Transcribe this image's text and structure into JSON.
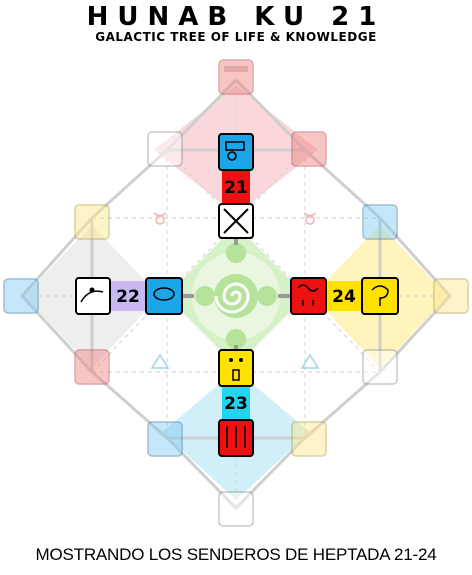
{
  "header": {
    "title": "HUNAB KU 21",
    "subtitle": "GALACTIC TREE OF LIFE & KNOWLEDGE"
  },
  "footer": {
    "caption": "MOSTRANDO LOS SENDEROS DE HEPTADA 21-24"
  },
  "paths": [
    {
      "number": "21",
      "color": "#ee1111",
      "direction": "north"
    },
    {
      "number": "22",
      "color": "#c9b8f0",
      "direction": "west"
    },
    {
      "number": "23",
      "color": "#22d4ee",
      "direction": "south"
    },
    {
      "number": "24",
      "color": "#ffe100",
      "direction": "east"
    }
  ],
  "colors": {
    "north": "#f7c9cf",
    "east": "#fff2b0",
    "south": "#c9ecf7",
    "west": "#ececec",
    "center": "#d6f0c8",
    "center_node": "#b6e29a",
    "red": "#ee1111",
    "blue": "#1aa6e8",
    "yellow": "#ffe100",
    "white": "#ffffff"
  },
  "icons": [
    "hand-glyph",
    "wind-glyph",
    "cross-glyph",
    "earth-glyph",
    "serpent-glyph",
    "moon-glyph",
    "seed-glyph",
    "storm-glyph",
    "hunab-ku-spiral"
  ]
}
